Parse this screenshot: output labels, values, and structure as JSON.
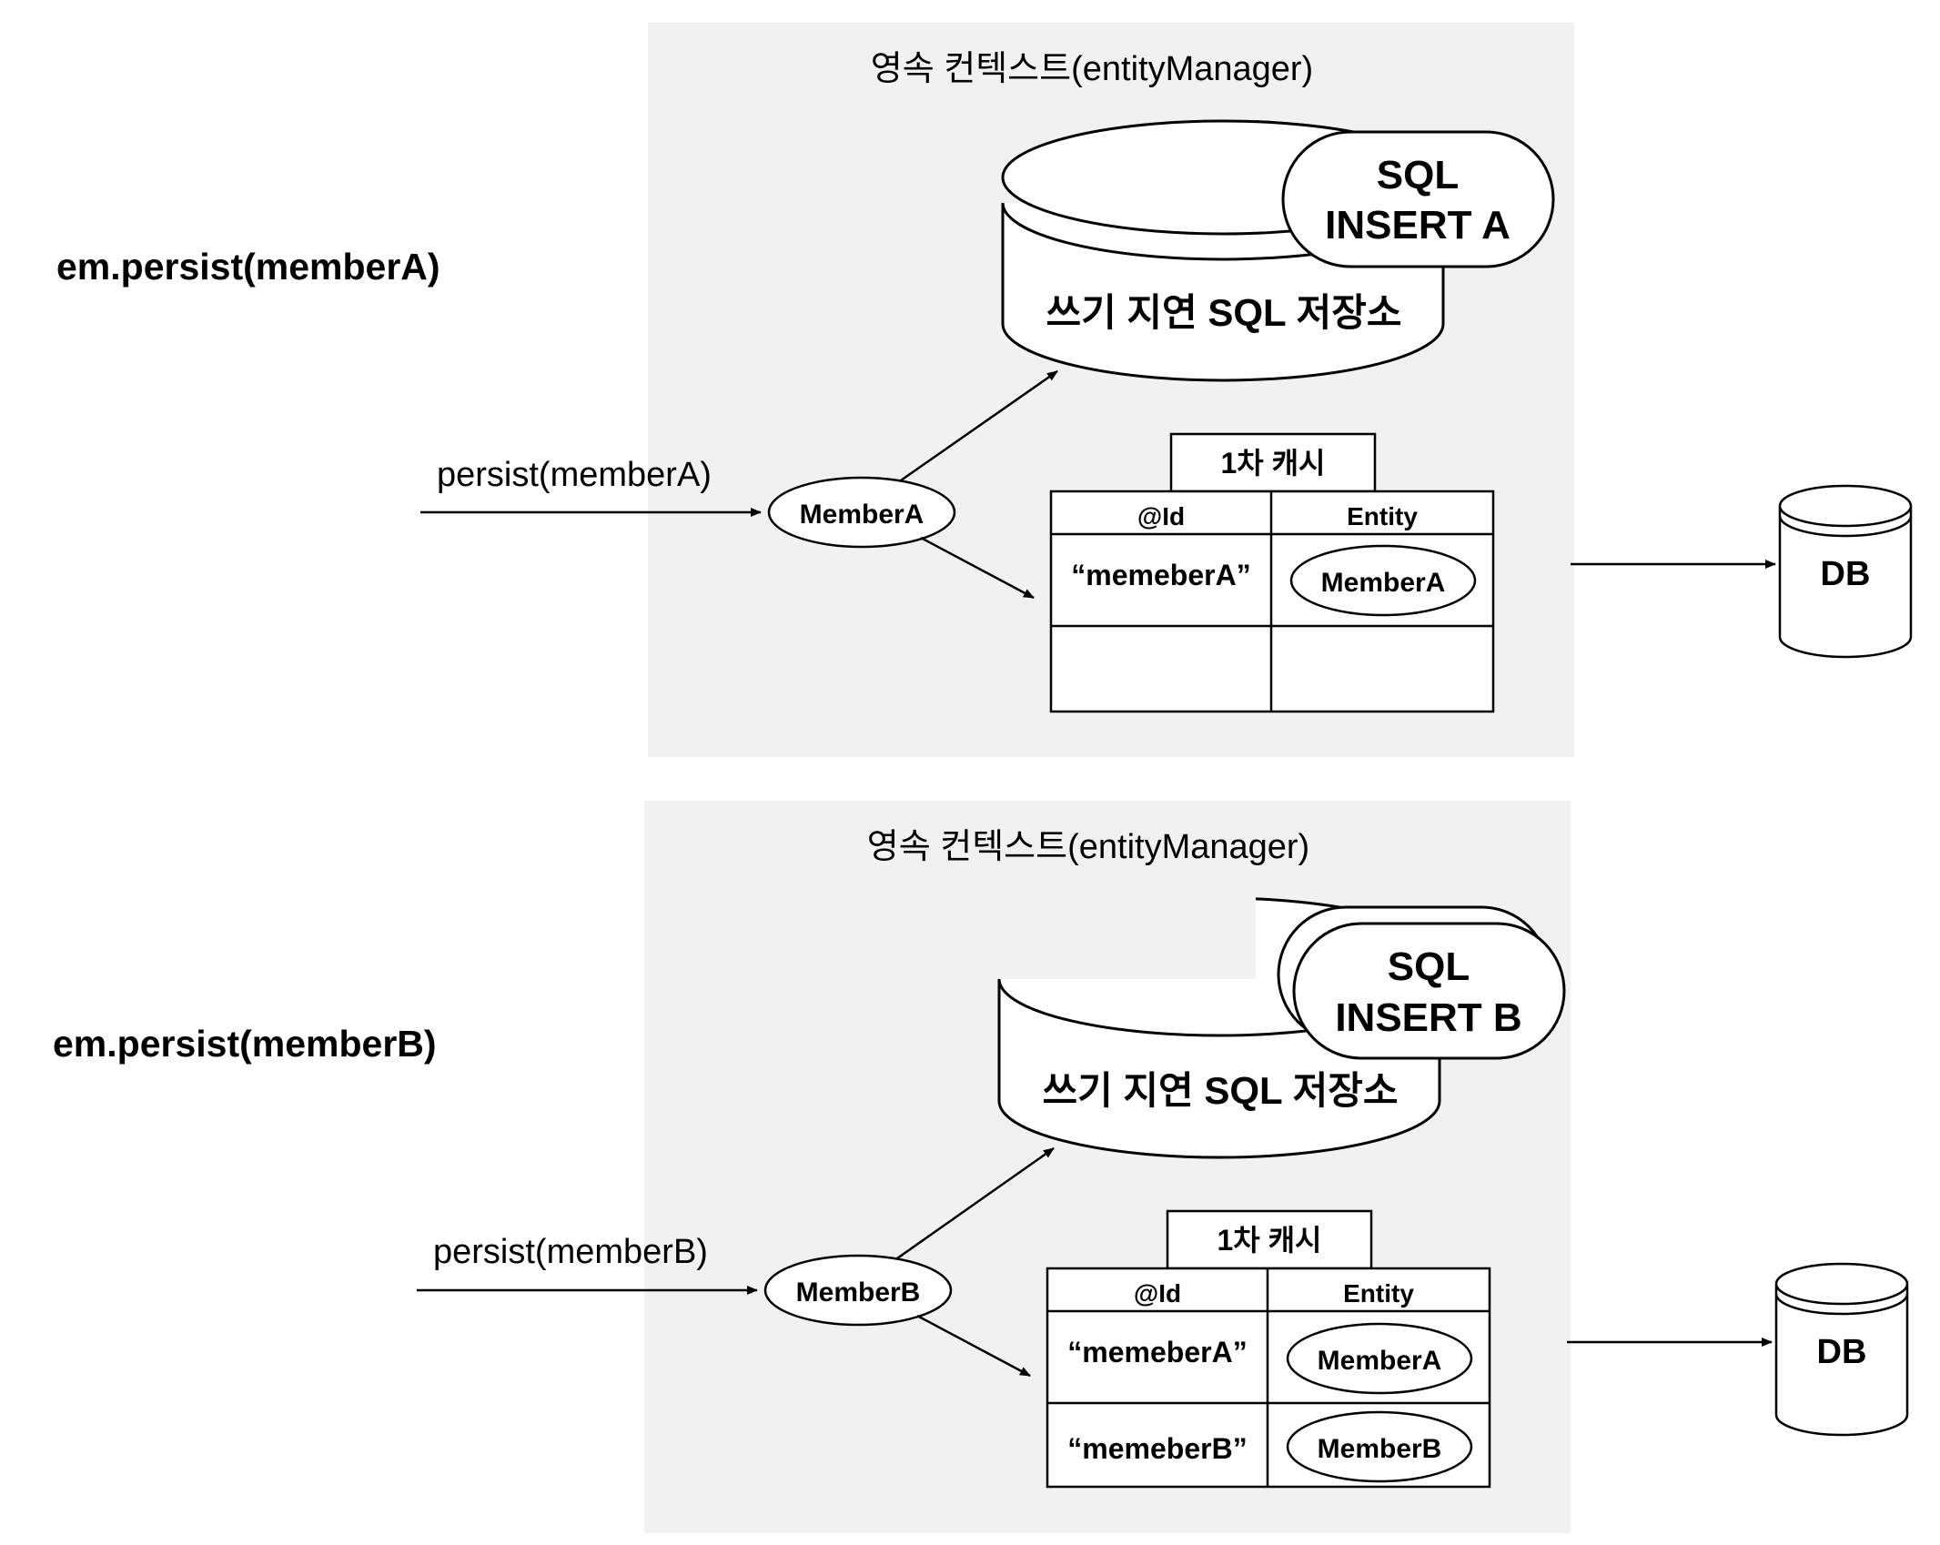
{
  "panels": [
    {
      "call_label": "em.persist(memberA)",
      "context_title": "영속 컨텍스트(entityManager)",
      "sql_store_label": "쓰기 지연 SQL 저장소",
      "sql_cards": [
        {
          "line1": "SQL",
          "line2": "INSERT A"
        }
      ],
      "persist_label": "persist(memberA)",
      "entity_label": "MemberA",
      "cache_title": "1차 캐시",
      "cache_headers": {
        "id": "@Id",
        "entity": "Entity"
      },
      "cache_rows": [
        {
          "id": "“memeberA”",
          "entity": "MemberA"
        }
      ],
      "db_label": "DB"
    },
    {
      "call_label": "em.persist(memberB)",
      "context_title": "영속 컨텍스트(entityManager)",
      "sql_store_label": "쓰기 지연 SQL 저장소",
      "sql_cards": [
        {
          "line1": "",
          "line2": ""
        },
        {
          "line1": "SQL",
          "line2": "INSERT B"
        }
      ],
      "persist_label": "persist(memberB)",
      "entity_label": "MemberB",
      "cache_title": "1차 캐시",
      "cache_headers": {
        "id": "@Id",
        "entity": "Entity"
      },
      "cache_rows": [
        {
          "id": "“memeberA”",
          "entity": "MemberA"
        },
        {
          "id": "“memeberB”",
          "entity": "MemberB"
        }
      ],
      "db_label": "DB"
    }
  ]
}
